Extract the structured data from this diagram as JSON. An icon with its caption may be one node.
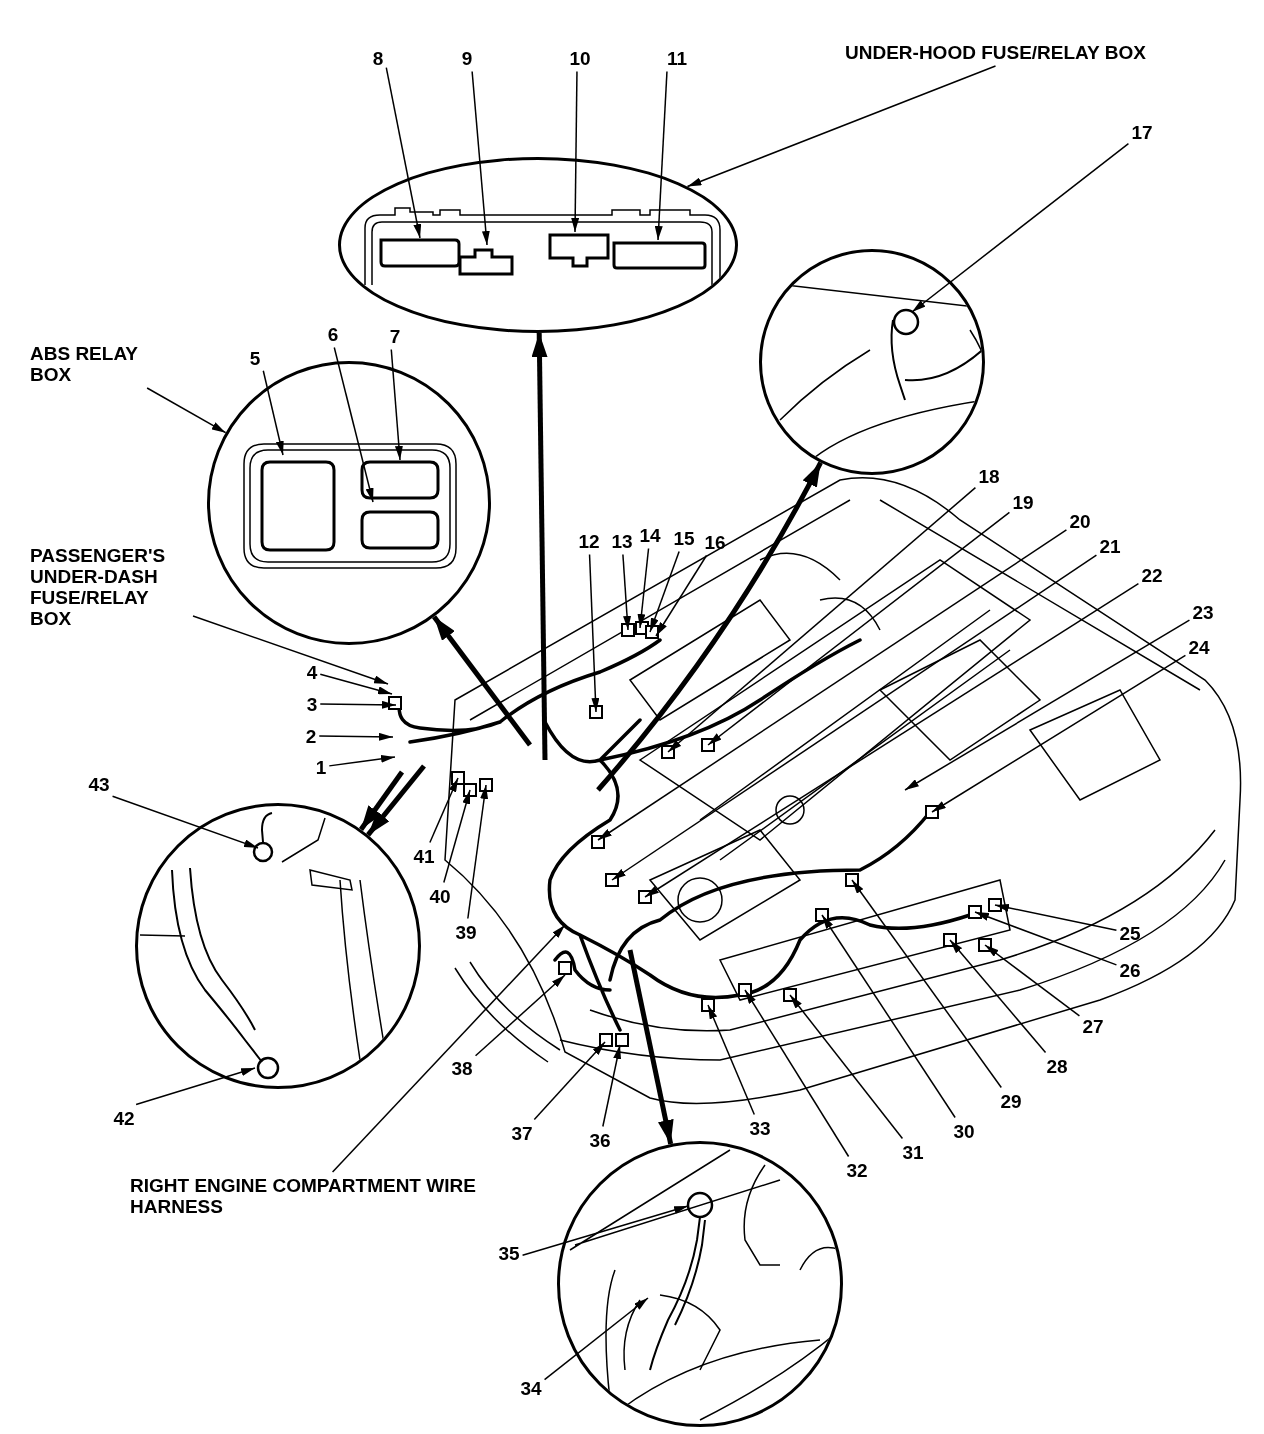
{
  "diagram": {
    "nodes": [
      {
        "text": [],
        "shape": "ellipse"
      },
      {
        "text": [
          "8"
        ]
      },
      {
        "text": [
          "9"
        ]
      },
      {
        "text": [
          "10"
        ]
      },
      {
        "text": [
          "11"
        ]
      },
      {
        "text": [
          "UNDER-HOOD FUSE/RELAY BOX"
        ]
      },
      {
        "text": [],
        "shape": "circle"
      },
      {
        "text": [
          "17"
        ]
      },
      {
        "text": [],
        "shape": "circle"
      },
      {
        "text": [
          "5"
        ]
      },
      {
        "text": [
          "6"
        ]
      },
      {
        "text": [
          "7"
        ]
      },
      {
        "text": [
          "ABS RELAY BOX"
        ]
      },
      {
        "text": [
          "PASSENGER'S UNDER-DASH FUSE/RELAY BOX"
        ]
      },
      {
        "text": [
          "4"
        ]
      },
      {
        "text": [
          "3"
        ]
      },
      {
        "text": [
          "2"
        ]
      },
      {
        "text": [
          "1"
        ]
      },
      {
        "text": [
          "12"
        ]
      },
      {
        "text": [
          "13"
        ]
      },
      {
        "text": [
          "14"
        ]
      },
      {
        "text": [
          "15"
        ]
      },
      {
        "text": [
          "16"
        ]
      },
      {
        "text": [
          "18"
        ]
      },
      {
        "text": [
          "19"
        ]
      },
      {
        "text": [
          "20"
        ]
      },
      {
        "text": [
          "21"
        ]
      },
      {
        "text": [
          "22"
        ]
      },
      {
        "text": [
          "23"
        ]
      },
      {
        "text": [
          "24"
        ]
      },
      {
        "text": [
          "25"
        ]
      },
      {
        "text": [
          "26"
        ]
      },
      {
        "text": [
          "27"
        ]
      },
      {
        "text": [
          "28"
        ]
      },
      {
        "text": [
          "29"
        ]
      },
      {
        "text": [
          "30"
        ]
      },
      {
        "text": [
          "31"
        ]
      },
      {
        "text": [
          "32"
        ]
      },
      {
        "text": [
          "33"
        ]
      },
      {
        "text": [
          "43"
        ]
      },
      {
        "text": [
          "41"
        ]
      },
      {
        "text": [
          "40"
        ]
      },
      {
        "text": [
          "39"
        ]
      },
      {
        "text": [
          "38"
        ]
      },
      {
        "text": [
          "37"
        ]
      },
      {
        "text": [
          "36"
        ]
      },
      {
        "text": [],
        "shape": "circle"
      },
      {
        "text": [
          "42"
        ]
      },
      {
        "text": [
          "RIGHT ENGINE COMPARTMENT WIRE HARNESS"
        ]
      },
      {
        "text": [],
        "shape": "circle"
      },
      {
        "text": [
          "35"
        ]
      },
      {
        "text": [
          "34"
        ]
      }
    ],
    "edges": [
      {
        "from": 1,
        "to": 0,
        "arrow": "to"
      },
      {
        "from": 2,
        "to": 0,
        "arrow": "to"
      },
      {
        "from": 3,
        "to": 0,
        "arrow": "to"
      },
      {
        "from": 4,
        "to": 0,
        "arrow": "to"
      },
      {
        "from": 5,
        "to": 0,
        "arrow": "to"
      },
      {
        "from": 7,
        "to": 6,
        "arrow": "to"
      },
      {
        "from": 9,
        "to": 8,
        "arrow": "to"
      },
      {
        "from": 10,
        "to": 8,
        "arrow": "to"
      },
      {
        "from": 11,
        "to": 8,
        "arrow": "to"
      },
      {
        "from": 12,
        "to": 8,
        "arrow": "to"
      },
      {
        "from": 13,
        "to": null,
        "arrow": "to"
      },
      {
        "from": 14,
        "to": null,
        "arrow": "to"
      },
      {
        "from": 15,
        "to": null,
        "arrow": "to"
      },
      {
        "from": 16,
        "to": null,
        "arrow": "to"
      },
      {
        "from": 17,
        "to": null,
        "arrow": "to"
      },
      {
        "from": 18,
        "to": null,
        "arrow": "to"
      },
      {
        "from": 19,
        "to": null,
        "arrow": "to"
      },
      {
        "from": 20,
        "to": null,
        "arrow": "to"
      },
      {
        "from": 21,
        "to": null,
        "arrow": "to"
      },
      {
        "from": 22,
        "to": null,
        "arrow": "to"
      },
      {
        "from": 23,
        "to": null,
        "arrow": "to"
      },
      {
        "from": 24,
        "to": null,
        "arrow": "to"
      },
      {
        "from": 25,
        "to": null,
        "arrow": "to"
      },
      {
        "from": 26,
        "to": null,
        "arrow": "to"
      },
      {
        "from": 27,
        "to": null,
        "arrow": "to"
      },
      {
        "from": 28,
        "to": null,
        "arrow": "to"
      },
      {
        "from": 29,
        "to": null,
        "arrow": "to"
      },
      {
        "from": 30,
        "to": null,
        "arrow": "to"
      },
      {
        "from": 31,
        "to": null,
        "arrow": "to"
      },
      {
        "from": 32,
        "to": null,
        "arrow": "to"
      },
      {
        "from": 33,
        "to": null,
        "arrow": "to"
      },
      {
        "from": 34,
        "to": null,
        "arrow": "to"
      },
      {
        "from": 35,
        "to": null,
        "arrow": "to"
      },
      {
        "from": 36,
        "to": null,
        "arrow": "to"
      },
      {
        "from": 37,
        "to": null,
        "arrow": "to"
      },
      {
        "from": 38,
        "to": null,
        "arrow": "to"
      },
      {
        "from": 39,
        "to": 46,
        "arrow": "to"
      },
      {
        "from": 40,
        "to": null,
        "arrow": "to"
      },
      {
        "from": 41,
        "to": null,
        "arrow": "to"
      },
      {
        "from": 42,
        "to": null,
        "arrow": "to"
      },
      {
        "from": 43,
        "to": null,
        "arrow": "to"
      },
      {
        "from": 44,
        "to": null,
        "arrow": "to"
      },
      {
        "from": 45,
        "to": null,
        "arrow": "to"
      },
      {
        "from": 47,
        "to": 46,
        "arrow": "to"
      },
      {
        "from": 48,
        "to": null,
        "arrow": "to"
      },
      {
        "from": 50,
        "to": 49,
        "arrow": "to"
      },
      {
        "from": 51,
        "to": 49,
        "arrow": "to"
      },
      {
        "from": null,
        "to": 0,
        "arrow": "to",
        "style": "thick"
      },
      {
        "from": null,
        "to": 6,
        "arrow": "to",
        "style": "thick"
      },
      {
        "from": null,
        "to": 8,
        "arrow": "to",
        "style": "thick"
      },
      {
        "from": null,
        "to": 46,
        "arrow": "to",
        "style": "thick"
      },
      {
        "from": null,
        "to": 46,
        "arrow": "to",
        "style": "thick"
      },
      {
        "from": null,
        "to": 49,
        "arrow": "to",
        "style": "thick"
      }
    ]
  }
}
